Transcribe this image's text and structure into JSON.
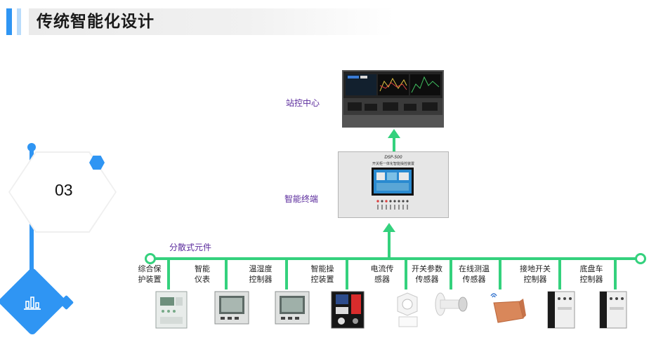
{
  "header": {
    "title": "传统智能化设计"
  },
  "section": {
    "number": "03",
    "icon": "bar-chart-icon"
  },
  "diagram": {
    "station_center": "站控中心",
    "smart_terminal": "智能终端",
    "terminal_model": "DSP-500",
    "terminal_subtitle": "开关柜一体化智能操控装置",
    "bus_label": "分散式元件",
    "components": [
      {
        "line1": "综合保",
        "line2": "护装置",
        "icon": "protection-relay-icon"
      },
      {
        "line1": "智能",
        "line2": "仪表",
        "icon": "smart-meter-icon"
      },
      {
        "line1": "温湿度",
        "line2": "控制器",
        "icon": "humidity-controller-icon"
      },
      {
        "line1": "智能操",
        "line2": "控装置",
        "icon": "smart-operation-device-icon"
      },
      {
        "line1": "电流传",
        "line2": "感器",
        "icon": "current-sensor-icon"
      },
      {
        "line1": "开关参数",
        "line2": "传感器",
        "icon": "switch-sensor-icon"
      },
      {
        "line1": "在线测温",
        "line2": "传感器",
        "icon": "temperature-sensor-icon"
      },
      {
        "line1": "接地开关",
        "line2": "控制器",
        "icon": "grounding-switch-controller-icon"
      },
      {
        "line1": "底盘车",
        "line2": "控制器",
        "icon": "chassis-controller-icon"
      }
    ],
    "colors": {
      "accent": "#2f95f3",
      "bus": "#34d17d",
      "label": "#5a2a9c"
    }
  }
}
